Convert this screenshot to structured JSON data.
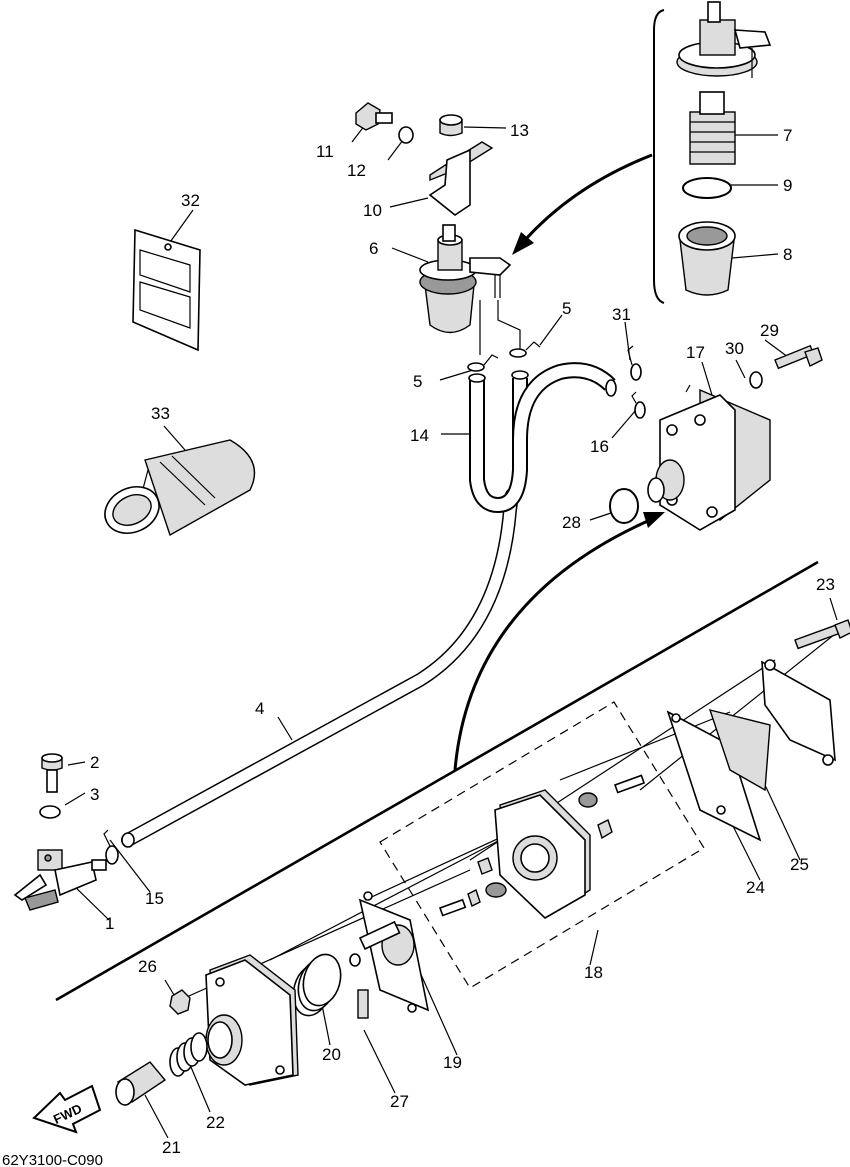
{
  "diagram": {
    "part_number_code": "62Y3100-C090",
    "direction_label": "FWD",
    "callouts": [
      {
        "id": "c1",
        "text": "1"
      },
      {
        "id": "c2",
        "text": "2"
      },
      {
        "id": "c3",
        "text": "3"
      },
      {
        "id": "c4",
        "text": "4"
      },
      {
        "id": "c5a",
        "text": "5"
      },
      {
        "id": "c5b",
        "text": "5"
      },
      {
        "id": "c6",
        "text": "6"
      },
      {
        "id": "c7",
        "text": "7"
      },
      {
        "id": "c8",
        "text": "8"
      },
      {
        "id": "c9",
        "text": "9"
      },
      {
        "id": "c10",
        "text": "10"
      },
      {
        "id": "c11",
        "text": "11"
      },
      {
        "id": "c12",
        "text": "12"
      },
      {
        "id": "c13",
        "text": "13"
      },
      {
        "id": "c14",
        "text": "14"
      },
      {
        "id": "c15",
        "text": "15"
      },
      {
        "id": "c16",
        "text": "16"
      },
      {
        "id": "c17",
        "text": "17"
      },
      {
        "id": "c18",
        "text": "18"
      },
      {
        "id": "c19",
        "text": "19"
      },
      {
        "id": "c20",
        "text": "20"
      },
      {
        "id": "c21",
        "text": "21"
      },
      {
        "id": "c22",
        "text": "22"
      },
      {
        "id": "c23",
        "text": "23"
      },
      {
        "id": "c24",
        "text": "24"
      },
      {
        "id": "c25",
        "text": "25"
      },
      {
        "id": "c26",
        "text": "26"
      },
      {
        "id": "c27",
        "text": "27"
      },
      {
        "id": "c28",
        "text": "28"
      },
      {
        "id": "c29",
        "text": "29"
      },
      {
        "id": "c30",
        "text": "30"
      },
      {
        "id": "c31",
        "text": "31"
      },
      {
        "id": "c32",
        "text": "32"
      },
      {
        "id": "c33",
        "text": "33"
      }
    ]
  }
}
